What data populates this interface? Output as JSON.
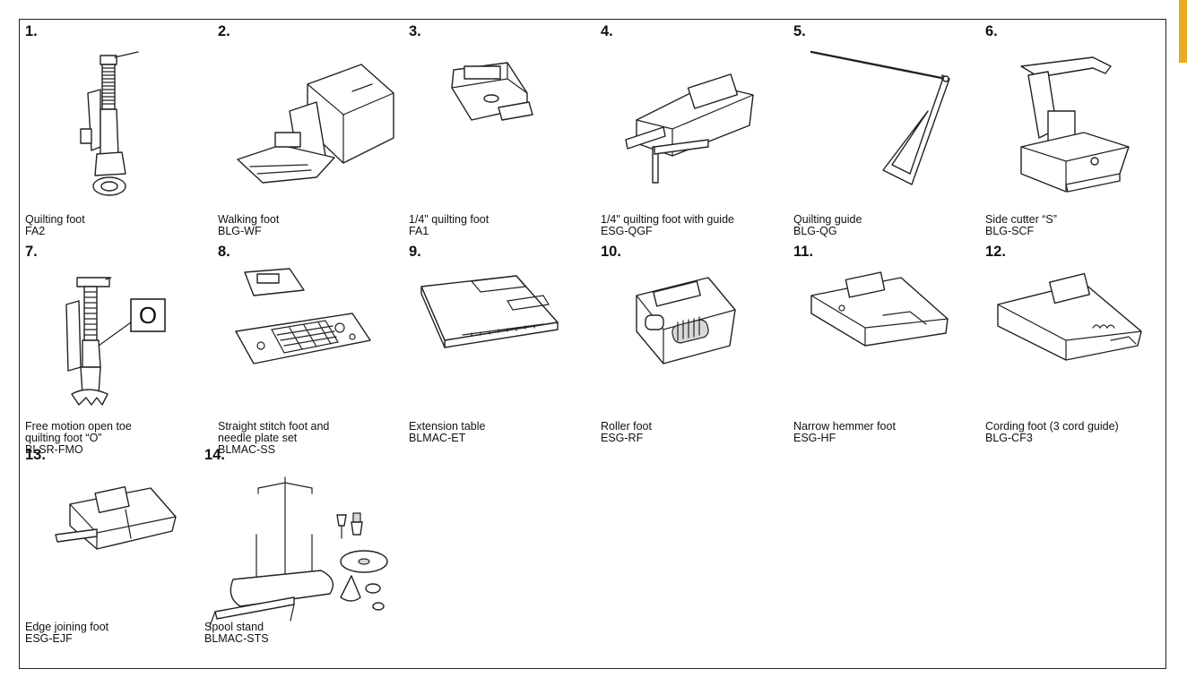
{
  "items": [
    {
      "num": "1.",
      "name": "Quilting foot",
      "code": "FA2",
      "icon": "quilting-foot-icon"
    },
    {
      "num": "2.",
      "name": "Walking foot",
      "code": "BLG-WF",
      "icon": "walking-foot-icon"
    },
    {
      "num": "3.",
      "name": "1/4\" quilting foot",
      "code": "FA1",
      "icon": "quarter-inch-quilting-foot-icon"
    },
    {
      "num": "4.",
      "name": "1/4\" quilting foot with guide",
      "code": "ESG-QGF",
      "icon": "quarter-inch-quilting-foot-with-guide-icon"
    },
    {
      "num": "5.",
      "name": "Quilting guide",
      "code": "BLG-QG",
      "icon": "quilting-guide-icon"
    },
    {
      "num": "6.",
      "name": "Side cutter “S”",
      "code": "BLG-SCF",
      "icon": "side-cutter-icon"
    },
    {
      "num": "7.",
      "name": "Free motion open toe",
      "name2": "quilting foot “O”",
      "code": "BLSR-FMO",
      "icon": "free-motion-open-toe-foot-icon",
      "badge": "O"
    },
    {
      "num": "8.",
      "name": "Straight stitch foot and",
      "name2": "needle plate set",
      "code": "BLMAC-SS",
      "icon": "straight-stitch-foot-needle-plate-icon"
    },
    {
      "num": "9.",
      "name": "Extension table",
      "code": "BLMAC-ET",
      "icon": "extension-table-icon"
    },
    {
      "num": "10.",
      "name": "Roller foot",
      "code": "ESG-RF",
      "icon": "roller-foot-icon"
    },
    {
      "num": "11.",
      "name": "Narrow hemmer foot",
      "code": "ESG-HF",
      "icon": "narrow-hemmer-foot-icon"
    },
    {
      "num": "12.",
      "name": "Cording foot (3 cord guide)",
      "code": "BLG-CF3",
      "icon": "cording-foot-icon"
    },
    {
      "num": "13.",
      "name": "Edge joining foot",
      "code": "ESG-EJF",
      "icon": "edge-joining-foot-icon"
    },
    {
      "num": "14.",
      "name": "Spool stand",
      "code": "BLMAC-STS",
      "icon": "spool-stand-icon"
    }
  ]
}
